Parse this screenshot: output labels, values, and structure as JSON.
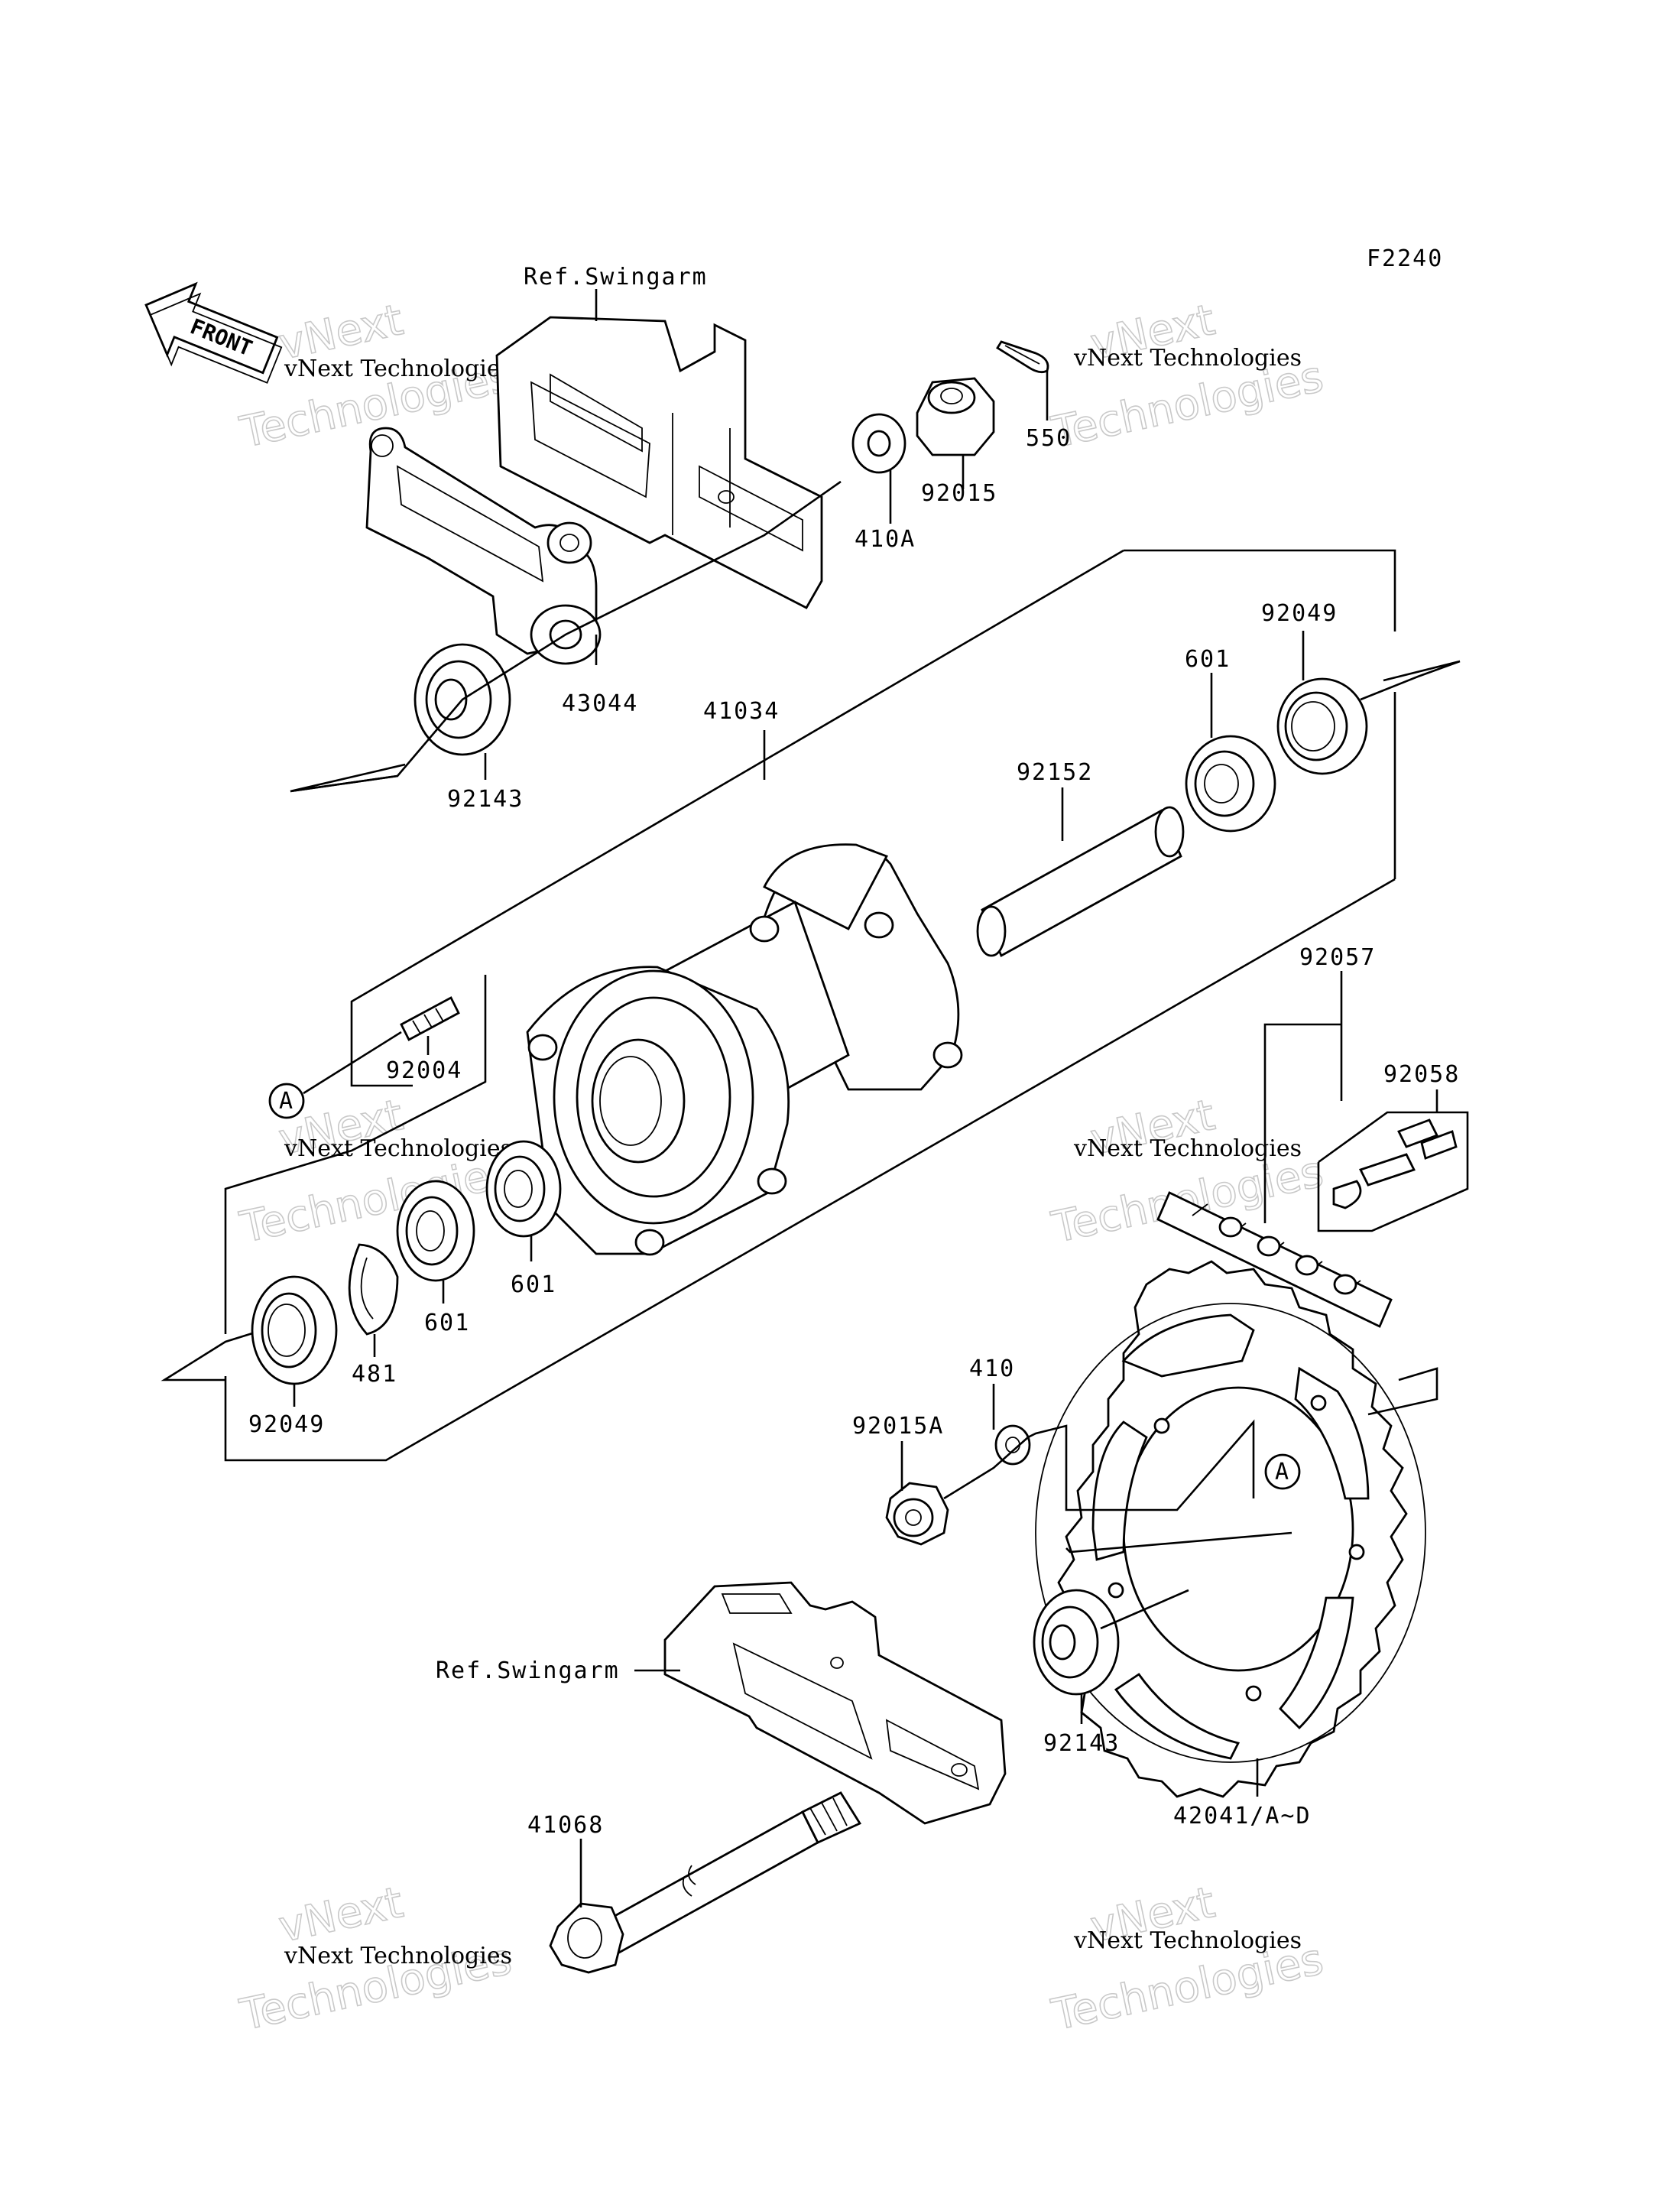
{
  "diagram_code": "F2240",
  "front_label": "FRONT",
  "circle_ref": "A",
  "watermark": {
    "line1": "vNext Technologies",
    "line2": "vNext",
    "line3": "Technologies"
  },
  "parts": [
    {
      "id": "ref_swingarm_top",
      "label": "Ref.Swingarm"
    },
    {
      "id": "p550",
      "label": "550"
    },
    {
      "id": "p92015",
      "label": "92015"
    },
    {
      "id": "p410A",
      "label": "410A"
    },
    {
      "id": "p43044",
      "label": "43044"
    },
    {
      "id": "p92143_top",
      "label": "92143"
    },
    {
      "id": "p41034",
      "label": "41034"
    },
    {
      "id": "p92049_right",
      "label": "92049"
    },
    {
      "id": "p601_right",
      "label": "601"
    },
    {
      "id": "p92152",
      "label": "92152"
    },
    {
      "id": "p92004",
      "label": "92004"
    },
    {
      "id": "p92057",
      "label": "92057"
    },
    {
      "id": "p92058",
      "label": "92058"
    },
    {
      "id": "p601_a",
      "label": "601"
    },
    {
      "id": "p601_b",
      "label": "601"
    },
    {
      "id": "p481",
      "label": "481"
    },
    {
      "id": "p92049_left",
      "label": "92049"
    },
    {
      "id": "p410",
      "label": "410"
    },
    {
      "id": "p92015A",
      "label": "92015A"
    },
    {
      "id": "ref_swingarm_bottom",
      "label": "Ref.Swingarm"
    },
    {
      "id": "p92143_bottom",
      "label": "92143"
    },
    {
      "id": "p42041",
      "label": "42041/A~D"
    },
    {
      "id": "p41068",
      "label": "41068"
    }
  ]
}
